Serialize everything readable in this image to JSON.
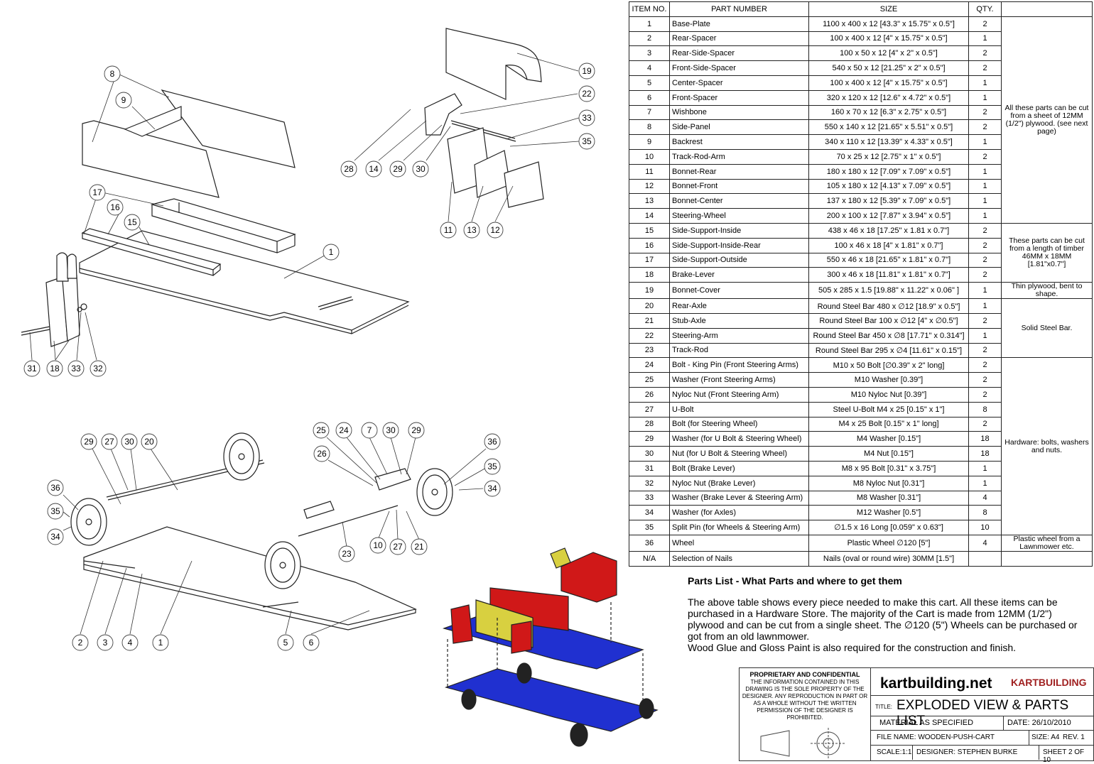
{
  "callouts": [
    {
      "n": "8"
    },
    {
      "n": "9"
    },
    {
      "n": "17"
    },
    {
      "n": "16"
    },
    {
      "n": "15"
    },
    {
      "n": "1"
    },
    {
      "n": "31"
    },
    {
      "n": "18"
    },
    {
      "n": "33"
    },
    {
      "n": "32"
    },
    {
      "n": "19"
    },
    {
      "n": "22"
    },
    {
      "n": "33"
    },
    {
      "n": "35"
    },
    {
      "n": "28"
    },
    {
      "n": "14"
    },
    {
      "n": "29"
    },
    {
      "n": "30"
    },
    {
      "n": "11"
    },
    {
      "n": "13"
    },
    {
      "n": "12"
    },
    {
      "n": "29"
    },
    {
      "n": "27"
    },
    {
      "n": "30"
    },
    {
      "n": "20"
    },
    {
      "n": "36"
    },
    {
      "n": "35"
    },
    {
      "n": "34"
    },
    {
      "n": "25"
    },
    {
      "n": "24"
    },
    {
      "n": "7"
    },
    {
      "n": "30"
    },
    {
      "n": "29"
    },
    {
      "n": "26"
    },
    {
      "n": "36"
    },
    {
      "n": "35"
    },
    {
      "n": "34"
    },
    {
      "n": "23"
    },
    {
      "n": "10"
    },
    {
      "n": "27"
    },
    {
      "n": "21"
    },
    {
      "n": "2"
    },
    {
      "n": "3"
    },
    {
      "n": "4"
    },
    {
      "n": "1"
    },
    {
      "n": "5"
    },
    {
      "n": "6"
    }
  ],
  "table": {
    "headers": [
      "ITEM NO.",
      "PART NUMBER",
      "SIZE",
      "QTY."
    ],
    "rows": [
      [
        "1",
        "Base-Plate",
        "1100 x 400 x 12 [43.3\" x 15.75\" x 0.5\"]",
        "2"
      ],
      [
        "2",
        "Rear-Spacer",
        "100 x 400 x 12 [4\" x 15.75\" x 0.5\"]",
        "1"
      ],
      [
        "3",
        "Rear-Side-Spacer",
        "100 x 50 x 12 [4\" x 2\" x 0.5\"]",
        "2"
      ],
      [
        "4",
        "Front-Side-Spacer",
        "540 x 50 x 12 [21.25\" x 2\" x 0.5\"]",
        "2"
      ],
      [
        "5",
        "Center-Spacer",
        "100 x 400 x 12 [4\" x 15.75\" x 0.5\"]",
        "1"
      ],
      [
        "6",
        "Front-Spacer",
        "320 x 120 x 12 [12.6\" x 4.72\" x 0.5\"]",
        "1"
      ],
      [
        "7",
        "Wishbone",
        "160 x 70 x 12 [6.3\" x 2.75\" x 0.5\"]",
        "2"
      ],
      [
        "8",
        "Side-Panel",
        "550 x 140 x 12 [21.65\" x 5.51\" x 0.5\"]",
        "2"
      ],
      [
        "9",
        "Backrest",
        "340 x 110 x 12 [13.39\" x 4.33\" x 0.5\"]",
        "1"
      ],
      [
        "10",
        "Track-Rod-Arm",
        "70 x 25 x 12 [2.75\" x 1\" x 0.5\"]",
        "2"
      ],
      [
        "11",
        "Bonnet-Rear",
        "180 x 180 x 12 [7.09\" x 7.09\" x 0.5\"]",
        "1"
      ],
      [
        "12",
        "Bonnet-Front",
        "105 x 180 x 12 [4.13\" x 7.09\" x 0.5\"]",
        "1"
      ],
      [
        "13",
        "Bonnet-Center",
        "137 x 180 x 12 [5.39\" x 7.09\" x 0.5\"]",
        "1"
      ],
      [
        "14",
        "Steering-Wheel",
        "200 x 100 x 12 [7.87\" x 3.94\" x 0.5\"]",
        "1"
      ],
      [
        "15",
        "Side-Support-Inside",
        "438 x 46 x 18 [17.25\" x 1.81 x 0.7\"]",
        "2"
      ],
      [
        "16",
        "Side-Support-Inside-Rear",
        "100 x 46 x 18 [4\" x 1.81\" x 0.7\"]",
        "2"
      ],
      [
        "17",
        "Side-Support-Outside",
        "550 x 46 x 18 [21.65\" x 1.81\" x 0.7\"]",
        "2"
      ],
      [
        "18",
        "Brake-Lever",
        "300 x 46 x 18 [11.81\" x 1.81\" x 0.7\"]",
        "2"
      ],
      [
        "19",
        "Bonnet-Cover",
        "505 x 285 x 1.5 [19.88\" x 11.22\" x 0.06\" ]",
        "1"
      ],
      [
        "20",
        "Rear-Axle",
        "Round Steel Bar 480 x ∅12 [18.9\" x 0.5\"]",
        "1"
      ],
      [
        "21",
        "Stub-Axle",
        "Round Steel Bar 100 x ∅12 [4\" x ∅0.5\"]",
        "2"
      ],
      [
        "22",
        "Steering-Arm",
        "Round Steel Bar 450 x ∅8 [17.71\" x 0.314\"]",
        "1"
      ],
      [
        "23",
        "Track-Rod",
        "Round Steel Bar 295 x ∅4 [11.61\" x 0.15\"]",
        "2"
      ],
      [
        "24",
        "Bolt - King Pin (Front Steering Arms)",
        "M10 x 50 Bolt [∅0.39\" x 2\" long]",
        "2"
      ],
      [
        "25",
        "Washer (Front Steering Arms)",
        "M10 Washer [0.39\"]",
        "2"
      ],
      [
        "26",
        "Nyloc Nut (Front Steering Arm)",
        "M10 Nyloc Nut [0.39\"]",
        "2"
      ],
      [
        "27",
        "U-Bolt",
        "Steel U-Bolt M4 x 25 [0.15\" x 1\"]",
        "8"
      ],
      [
        "28",
        "Bolt (for Steering Wheel)",
        "M4 x 25 Bolt [0.15\" x 1\" long]",
        "2"
      ],
      [
        "29",
        "Washer (for U Bolt & Steering Wheel)",
        "M4 Washer [0.15\"]",
        "18"
      ],
      [
        "30",
        "Nut (for U Bolt & Steering Wheel)",
        "M4 Nut [0.15\"]",
        "18"
      ],
      [
        "31",
        "Bolt (Brake Lever)",
        "M8 x 95 Bolt [0.31\" x 3.75\"]",
        "1"
      ],
      [
        "32",
        "Nyloc Nut (Brake Lever)",
        "M8 Nyloc Nut [0.31\"]",
        "1"
      ],
      [
        "33",
        "Washer (Brake Lever & Steering Arm)",
        "M8 Washer [0.31\"]",
        "4"
      ],
      [
        "34",
        "Washer (for Axles)",
        "M12 Washer [0.5\"]",
        "8"
      ],
      [
        "35",
        "Split Pin (for Wheels & Steering Arm)",
        "∅1.5 x 16 Long [0.059\" x 0.63\"]",
        "10"
      ],
      [
        "36",
        "Wheel",
        "Plastic Wheel ∅120 [5\"]",
        "4"
      ],
      [
        "N/A",
        "Selection of Nails",
        "Nails (oval or round wire) 30MM [1.5\"]",
        ""
      ]
    ],
    "notes": [
      {
        "text": "All these parts can be cut from a sheet of 12MM (1/2\") plywood. (see next page)",
        "rowspan": 14
      },
      {
        "text": "These parts can be cut from a length of timber 46MM x 18MM [1.81\"x0.7\"]",
        "rowspan": 4
      },
      {
        "text": "Thin plywood, bent to shape.",
        "rowspan": 1
      },
      {
        "text": "Solid Steel Bar.",
        "rowspan": 4
      },
      {
        "text": "Hardware: bolts, washers and nuts.",
        "rowspan": 12
      },
      {
        "text": "Plastic wheel from a Lawnmower etc.",
        "rowspan": 1
      },
      {
        "text": "",
        "rowspan": 1
      }
    ]
  },
  "description": {
    "heading": "Parts List - What Parts and where to get them",
    "body": "The above table shows every piece needed to make this cart. All these items can be purchased in a Hardware Store. The majority of the Cart is made from 12MM (1/2\") plywood and can be cut from a single sheet. The ∅120 (5\") Wheels can be purchased or got from an old lawnmower.",
    "body2": "Wood Glue and Gloss Paint is also required for the construction and finish."
  },
  "title_block": {
    "prop_heading": "PROPRIETARY AND CONFIDENTIAL",
    "prop_text": "THE INFORMATION CONTAINED IN THIS DRAWING IS THE SOLE PROPERTY OF THE DESIGNER. ANY REPRODUCTION IN PART OR AS A WHOLE WITHOUT THE WRITTEN PERMISSION OF THE DESIGNER IS PROHIBITED.",
    "site": "kartbuilding.net",
    "brand": "KARTBUILDING",
    "title_label": "TITLE:",
    "title": "EXPLODED VIEW & PARTS LIST",
    "material": "MATERIAL AS SPECIFIED",
    "date": "DATE:  26/10/2010",
    "file_name": "FILE NAME: WOODEN-PUSH-CART",
    "size": "SIZE: A4",
    "rev": "REV.  1",
    "scale": "SCALE:1:1",
    "designer": "DESIGNER: STEPHEN BURKE",
    "sheet": "SHEET 2 OF 10"
  },
  "colors": {
    "blue": "#2030d0",
    "red": "#d01818",
    "yellow": "#d8d040",
    "line": "#222222"
  }
}
